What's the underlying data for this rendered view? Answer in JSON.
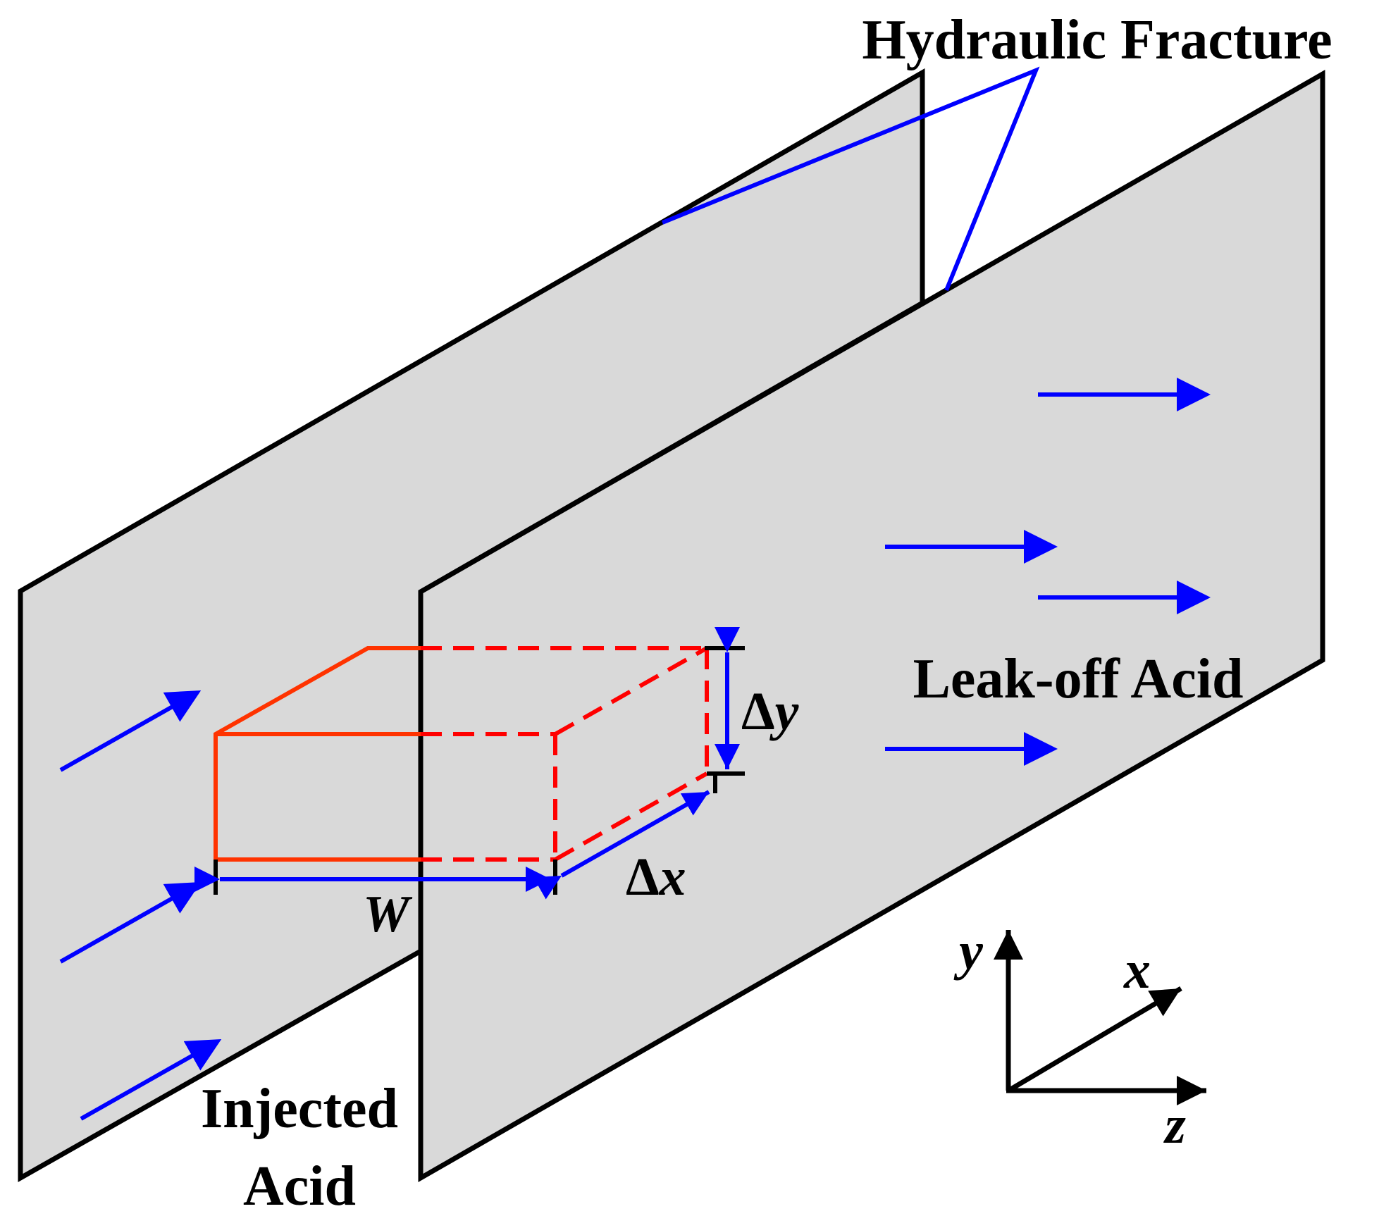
{
  "labels": {
    "hydraulic_fracture": "Hydraulic Fracture",
    "leak_off_acid": "Leak-off Acid",
    "injected_line1": "Injected",
    "injected_line2": "Acid",
    "width_symbol": "W",
    "delta_symbol": "Δ",
    "dx_var": "x",
    "dy_var": "y",
    "axis_y": "y",
    "axis_x": "x",
    "axis_z": "z"
  },
  "colors": {
    "plate_fill": "#d9d9d9",
    "plate_edge": "#000000",
    "arrow": "#0000ff",
    "element_solid": "#ff3300",
    "element_dashed": "#ff0000",
    "axes": "#000000"
  },
  "icons": {
    "flow_arrow": "right-arrow-icon",
    "dimension_arrow": "double-headed-arrow-icon"
  }
}
